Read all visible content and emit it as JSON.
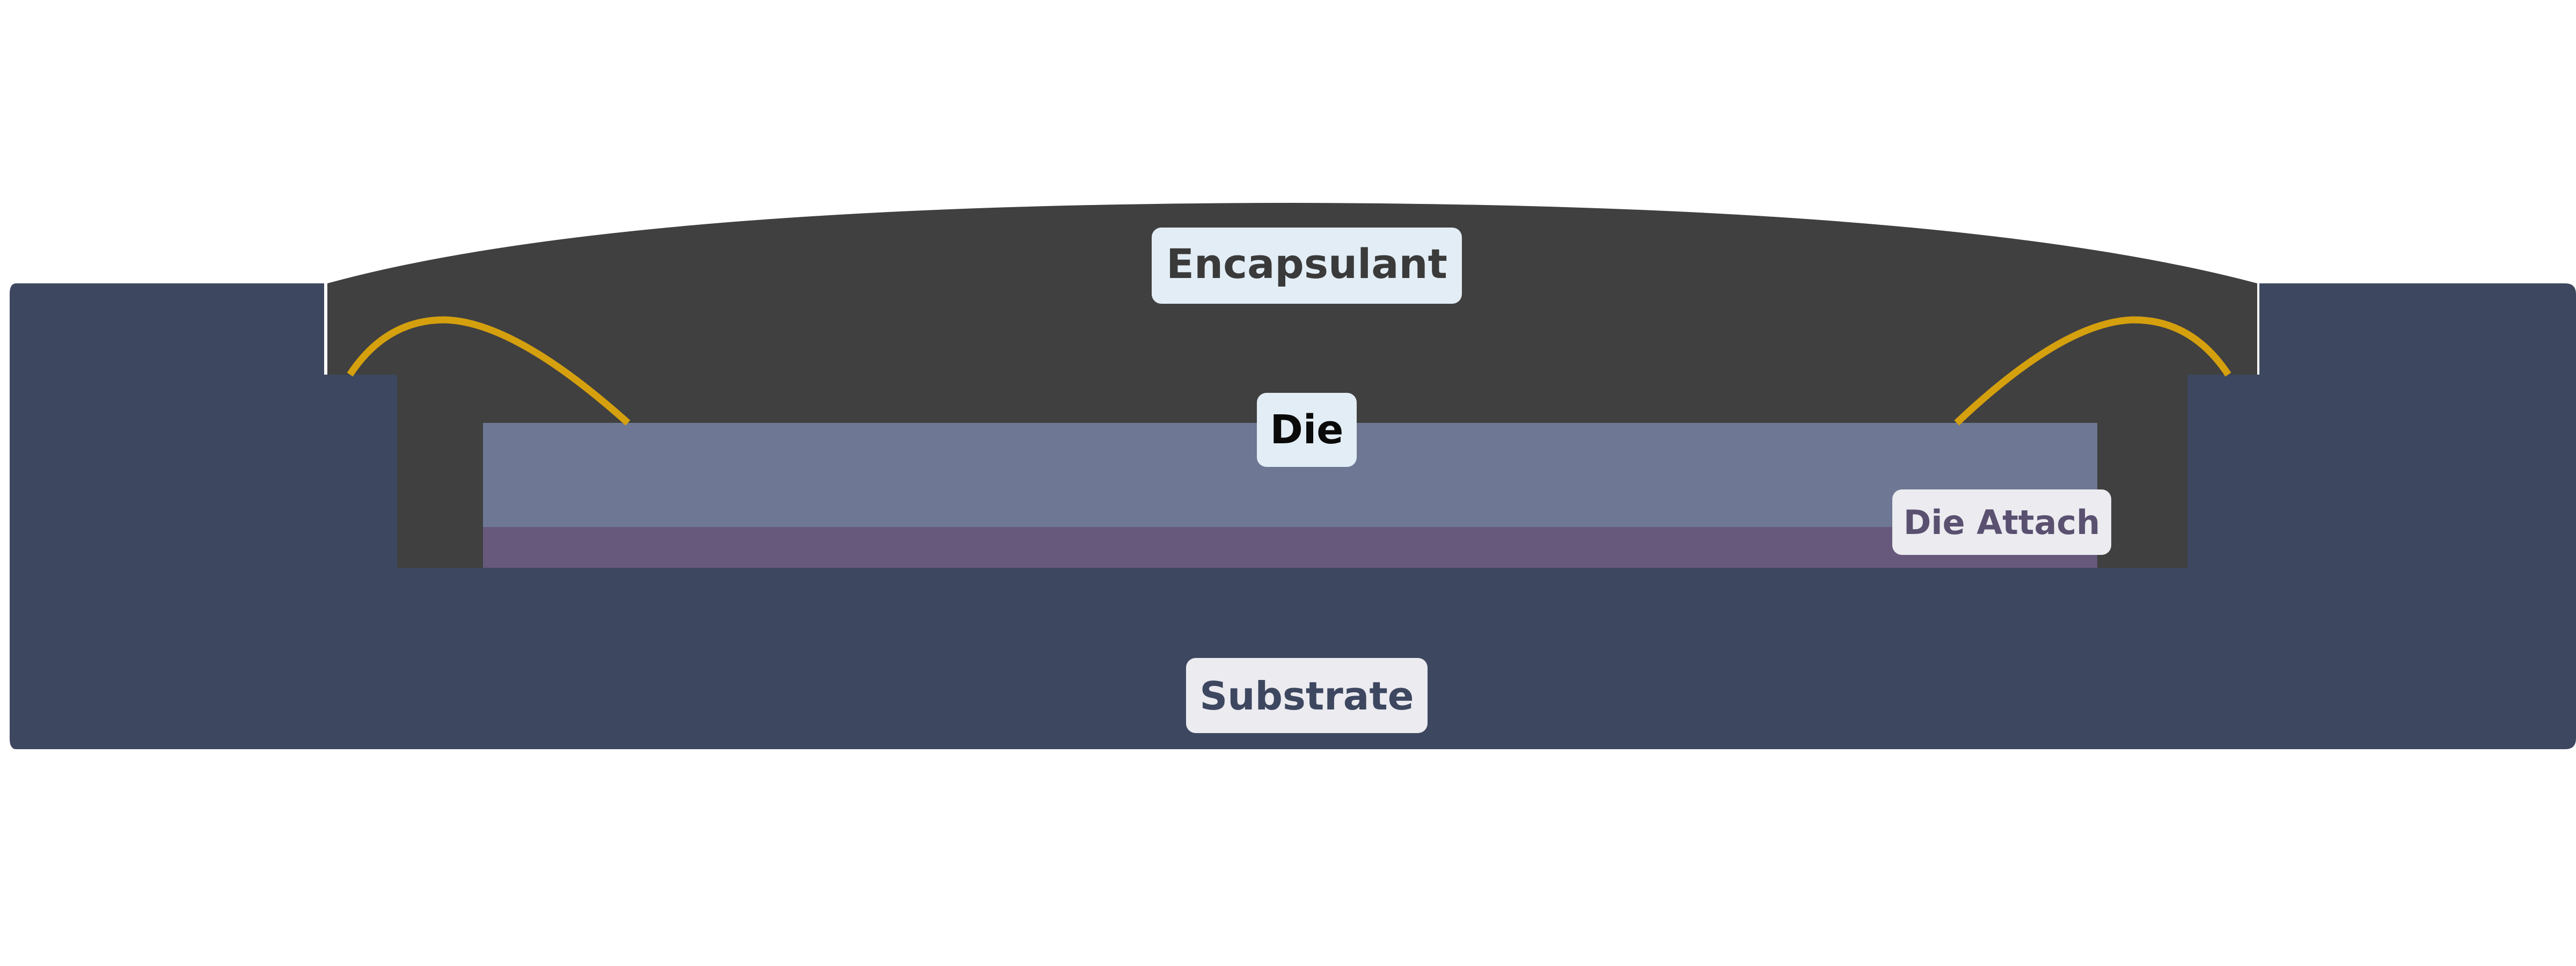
{
  "diagram": {
    "labels": {
      "encapsulant": "Encapsulant",
      "die": "Die",
      "die_attach": "Die Attach",
      "substrate": "Substrate"
    },
    "colors": {
      "background": "#ffffff",
      "substrate": "#3d475f",
      "encapsulant": "#404040",
      "die": "#6e7894",
      "die_attach": "#67597b",
      "bond_wire": "#d5a00e",
      "label_pill_light": "#e3edf5",
      "label_pill_grey": "#ebebf0",
      "label_pill_dark_text": "#3a3a3a",
      "die_label_text": "#0a0a0a",
      "die_attach_label_text": "#5a5070",
      "substrate_label_text": "#3d475f"
    }
  }
}
